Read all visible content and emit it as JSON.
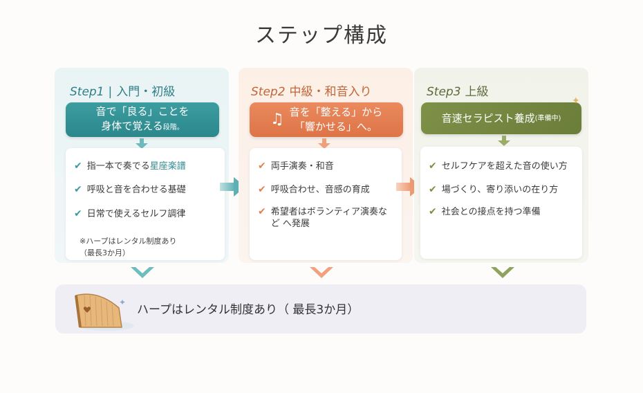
{
  "title": "ステップ構成",
  "steps": [
    {
      "step": "Step1",
      "divider": "|",
      "label": "入門・初級",
      "banner": [
        "音で「良る」ことを",
        "身体で覚える",
        "段階。"
      ],
      "items": [
        {
          "pre": "指一本で奏でる",
          "hl": "星座楽譜"
        },
        {
          "pre": "呼吸と音を合わせる基礎",
          "hl": ""
        },
        {
          "pre": "日常で使えるセルフ調律",
          "hl": ""
        }
      ],
      "note": [
        "※ハープはレンタル制度あり",
        "（最長3か月）"
      ],
      "color": "#2f8a90"
    },
    {
      "step": "Step2",
      "label": "中級・和音入り",
      "banner": [
        "音を「整える」から",
        "「響かせる」へ。"
      ],
      "banner_icon": "music-note-icon",
      "items": [
        {
          "pre": "両手演奏・和音",
          "hl": ""
        },
        {
          "pre": "呼吸合わせ、音感の育成",
          "hl": ""
        },
        {
          "pre": "希望者はボランティア演奏など へ発展",
          "hl": ""
        }
      ],
      "color": "#dd7447"
    },
    {
      "step": "Step3",
      "label": "上級",
      "banner": [
        "音速セラピスト養成",
        "(準備中)"
      ],
      "items": [
        {
          "pre": "セルフケアを超えた音の使い方",
          "hl": ""
        },
        {
          "pre": "場づくり、寄り添いの在り方",
          "hl": ""
        },
        {
          "pre": "社会との接点を持つ準備",
          "hl": ""
        }
      ],
      "color": "#6a7d3a"
    }
  ],
  "bottom": {
    "text": "ハープはレンタル制度あり（ 最長3か月）",
    "icon": "harp-icon"
  },
  "colors": {
    "teal": "#2f8a90",
    "orange": "#dd7447",
    "green": "#6a7d3a",
    "background": "#fdfcfb"
  }
}
